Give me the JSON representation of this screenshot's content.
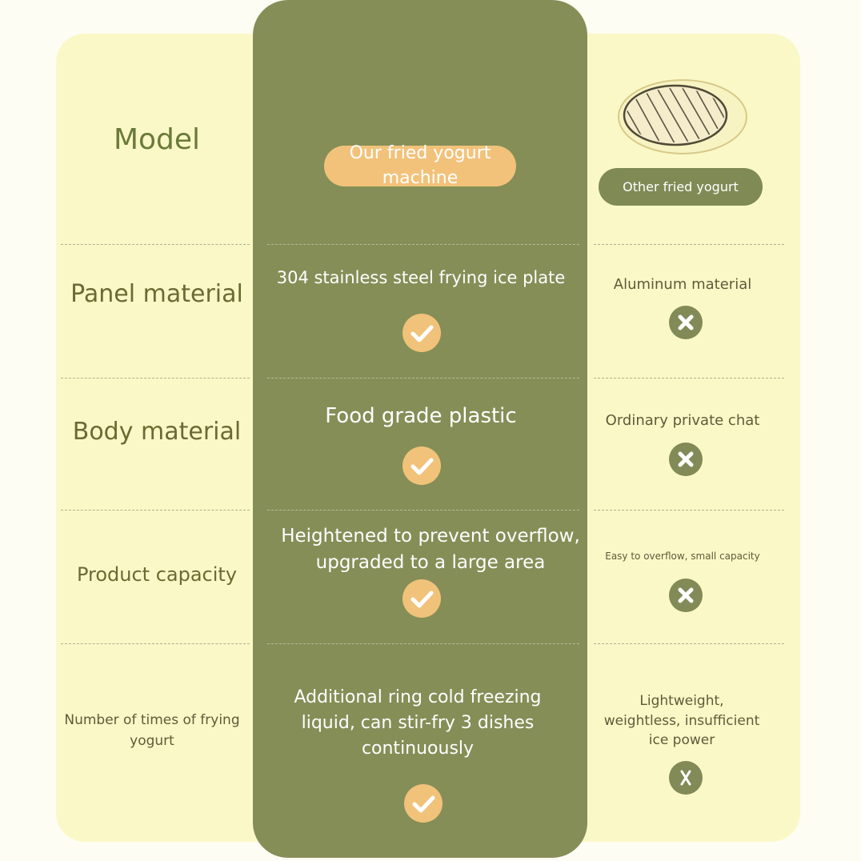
{
  "rows": [
    {
      "label": "Model",
      "ours": "Our fried yogurt machine",
      "other": "Other fried yogurt"
    },
    {
      "label": "Panel material",
      "ours": "304 stainless steel frying ice plate",
      "other": "Aluminum material"
    },
    {
      "label": "Body material",
      "ours": "Food grade plastic",
      "other": "Ordinary private chat"
    },
    {
      "label": "Product capacity",
      "ours": "Heightened to prevent overflow, upgraded to a large area",
      "other": "Easy to overflow, small capacity"
    },
    {
      "label": "Number of times of frying yogurt",
      "ours": "Additional ring cold freezing liquid, can stir-fry 3 dishes continuously",
      "other": "Lightweight, weightless, insufficient ice power"
    }
  ],
  "colors": {
    "panel": "#fbf8c7",
    "highlight_column": "#858e57",
    "check_badge": "#f1c27a",
    "cross_badge": "#828a57",
    "label_text": "#6a6b32"
  },
  "icons": {
    "ours": "check-icon",
    "other": "cross-icon",
    "header_other": "ice-plate-icon"
  }
}
